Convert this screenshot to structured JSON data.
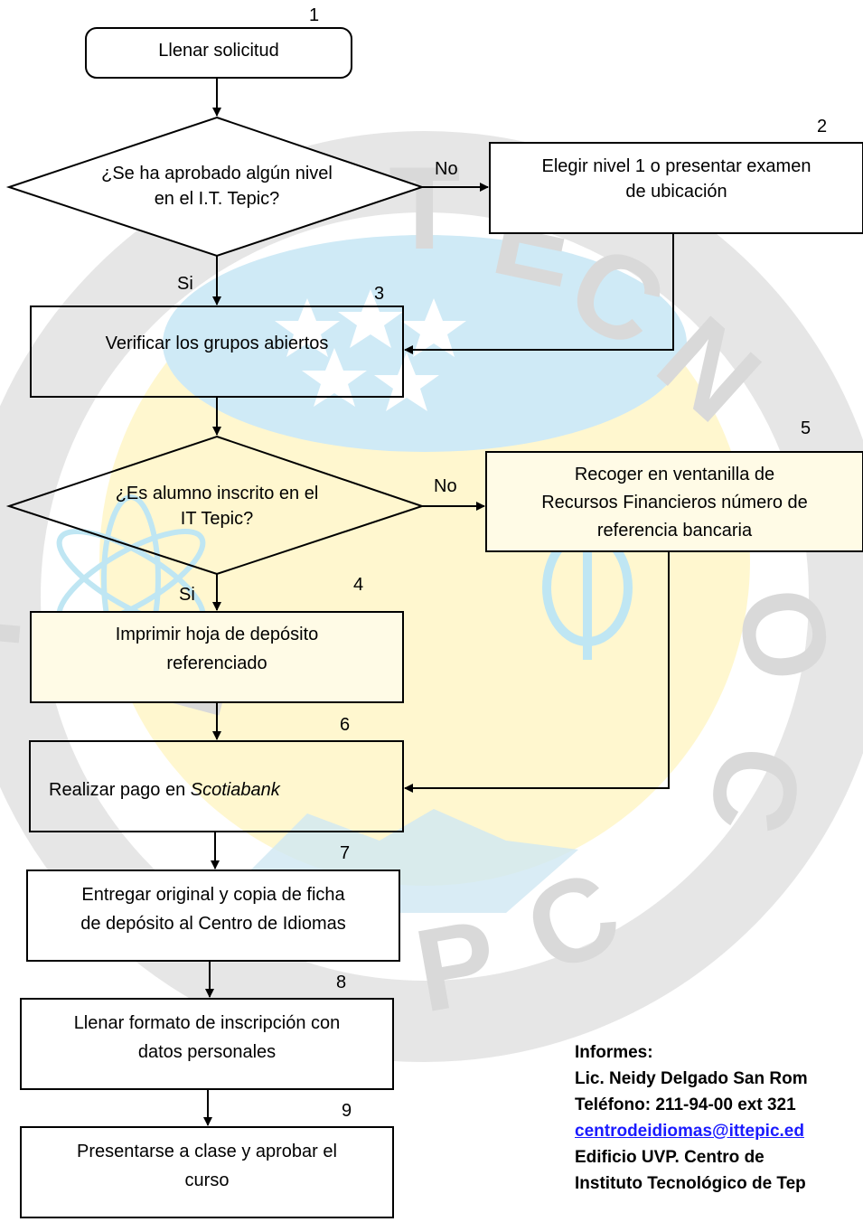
{
  "colors": {
    "watermark_gear": "#d9d9d9",
    "watermark_blue": "#c9e9f5",
    "watermark_yellow": "#fff6c8",
    "box_fill": "#fffbe6",
    "link": "#1a1aff"
  },
  "steps": [
    {
      "id": "s1",
      "number": "1",
      "text": "Llenar solicitud"
    },
    {
      "id": "d1",
      "text_line1": "¿Se ha aprobado algún nivel",
      "text_line2": "en el I.T. Tepic?"
    },
    {
      "id": "s2",
      "number": "2",
      "text_line1": "Elegir nivel 1 o presentar examen",
      "text_line2": "de ubicación"
    },
    {
      "id": "s3",
      "number": "3",
      "text": "Verificar los grupos abiertos"
    },
    {
      "id": "d2",
      "text_line1": "¿Es alumno inscrito en el",
      "text_line2": "IT Tepic?"
    },
    {
      "id": "s5",
      "number": "5",
      "text_line1": "Recoger en ventanilla de",
      "text_line2": "Recursos Financieros número de",
      "text_line3": "referencia bancaria"
    },
    {
      "id": "s4",
      "number": "4",
      "text_line1": "Imprimir hoja de depósito",
      "text_line2": "referenciado"
    },
    {
      "id": "s6",
      "number": "6",
      "text_prefix": "Realizar pago en ",
      "text_italic": "Scotiabank"
    },
    {
      "id": "s7",
      "number": "7",
      "text_line1": "Entregar original y copia de ficha",
      "text_line2": "de depósito al Centro de Idiomas"
    },
    {
      "id": "s8",
      "number": "8",
      "text_line1": "Llenar formato de inscripción con",
      "text_line2": "datos personales"
    },
    {
      "id": "s9",
      "number": "9",
      "text_line1": "Presentarse a clase y aprobar el",
      "text_line2": "curso"
    }
  ],
  "labels": {
    "no1": "No",
    "si1": "Si",
    "no2": "No",
    "si2": "Si"
  },
  "watermark_text": {
    "top": "TECNOLÓGICO",
    "bottom": "DE TEPIC",
    "left": "INSTITUTO"
  },
  "info": {
    "heading": "Informes:",
    "contact": "Lic. Neidy Delgado San Rom",
    "phone": "Teléfono: 211-94-00  ext  321",
    "email": "centrodeidiomas@ittepic.ed",
    "building": "Edificio  UVP.   Centro  de",
    "institute": "Instituto Tecnológico de Tep"
  }
}
